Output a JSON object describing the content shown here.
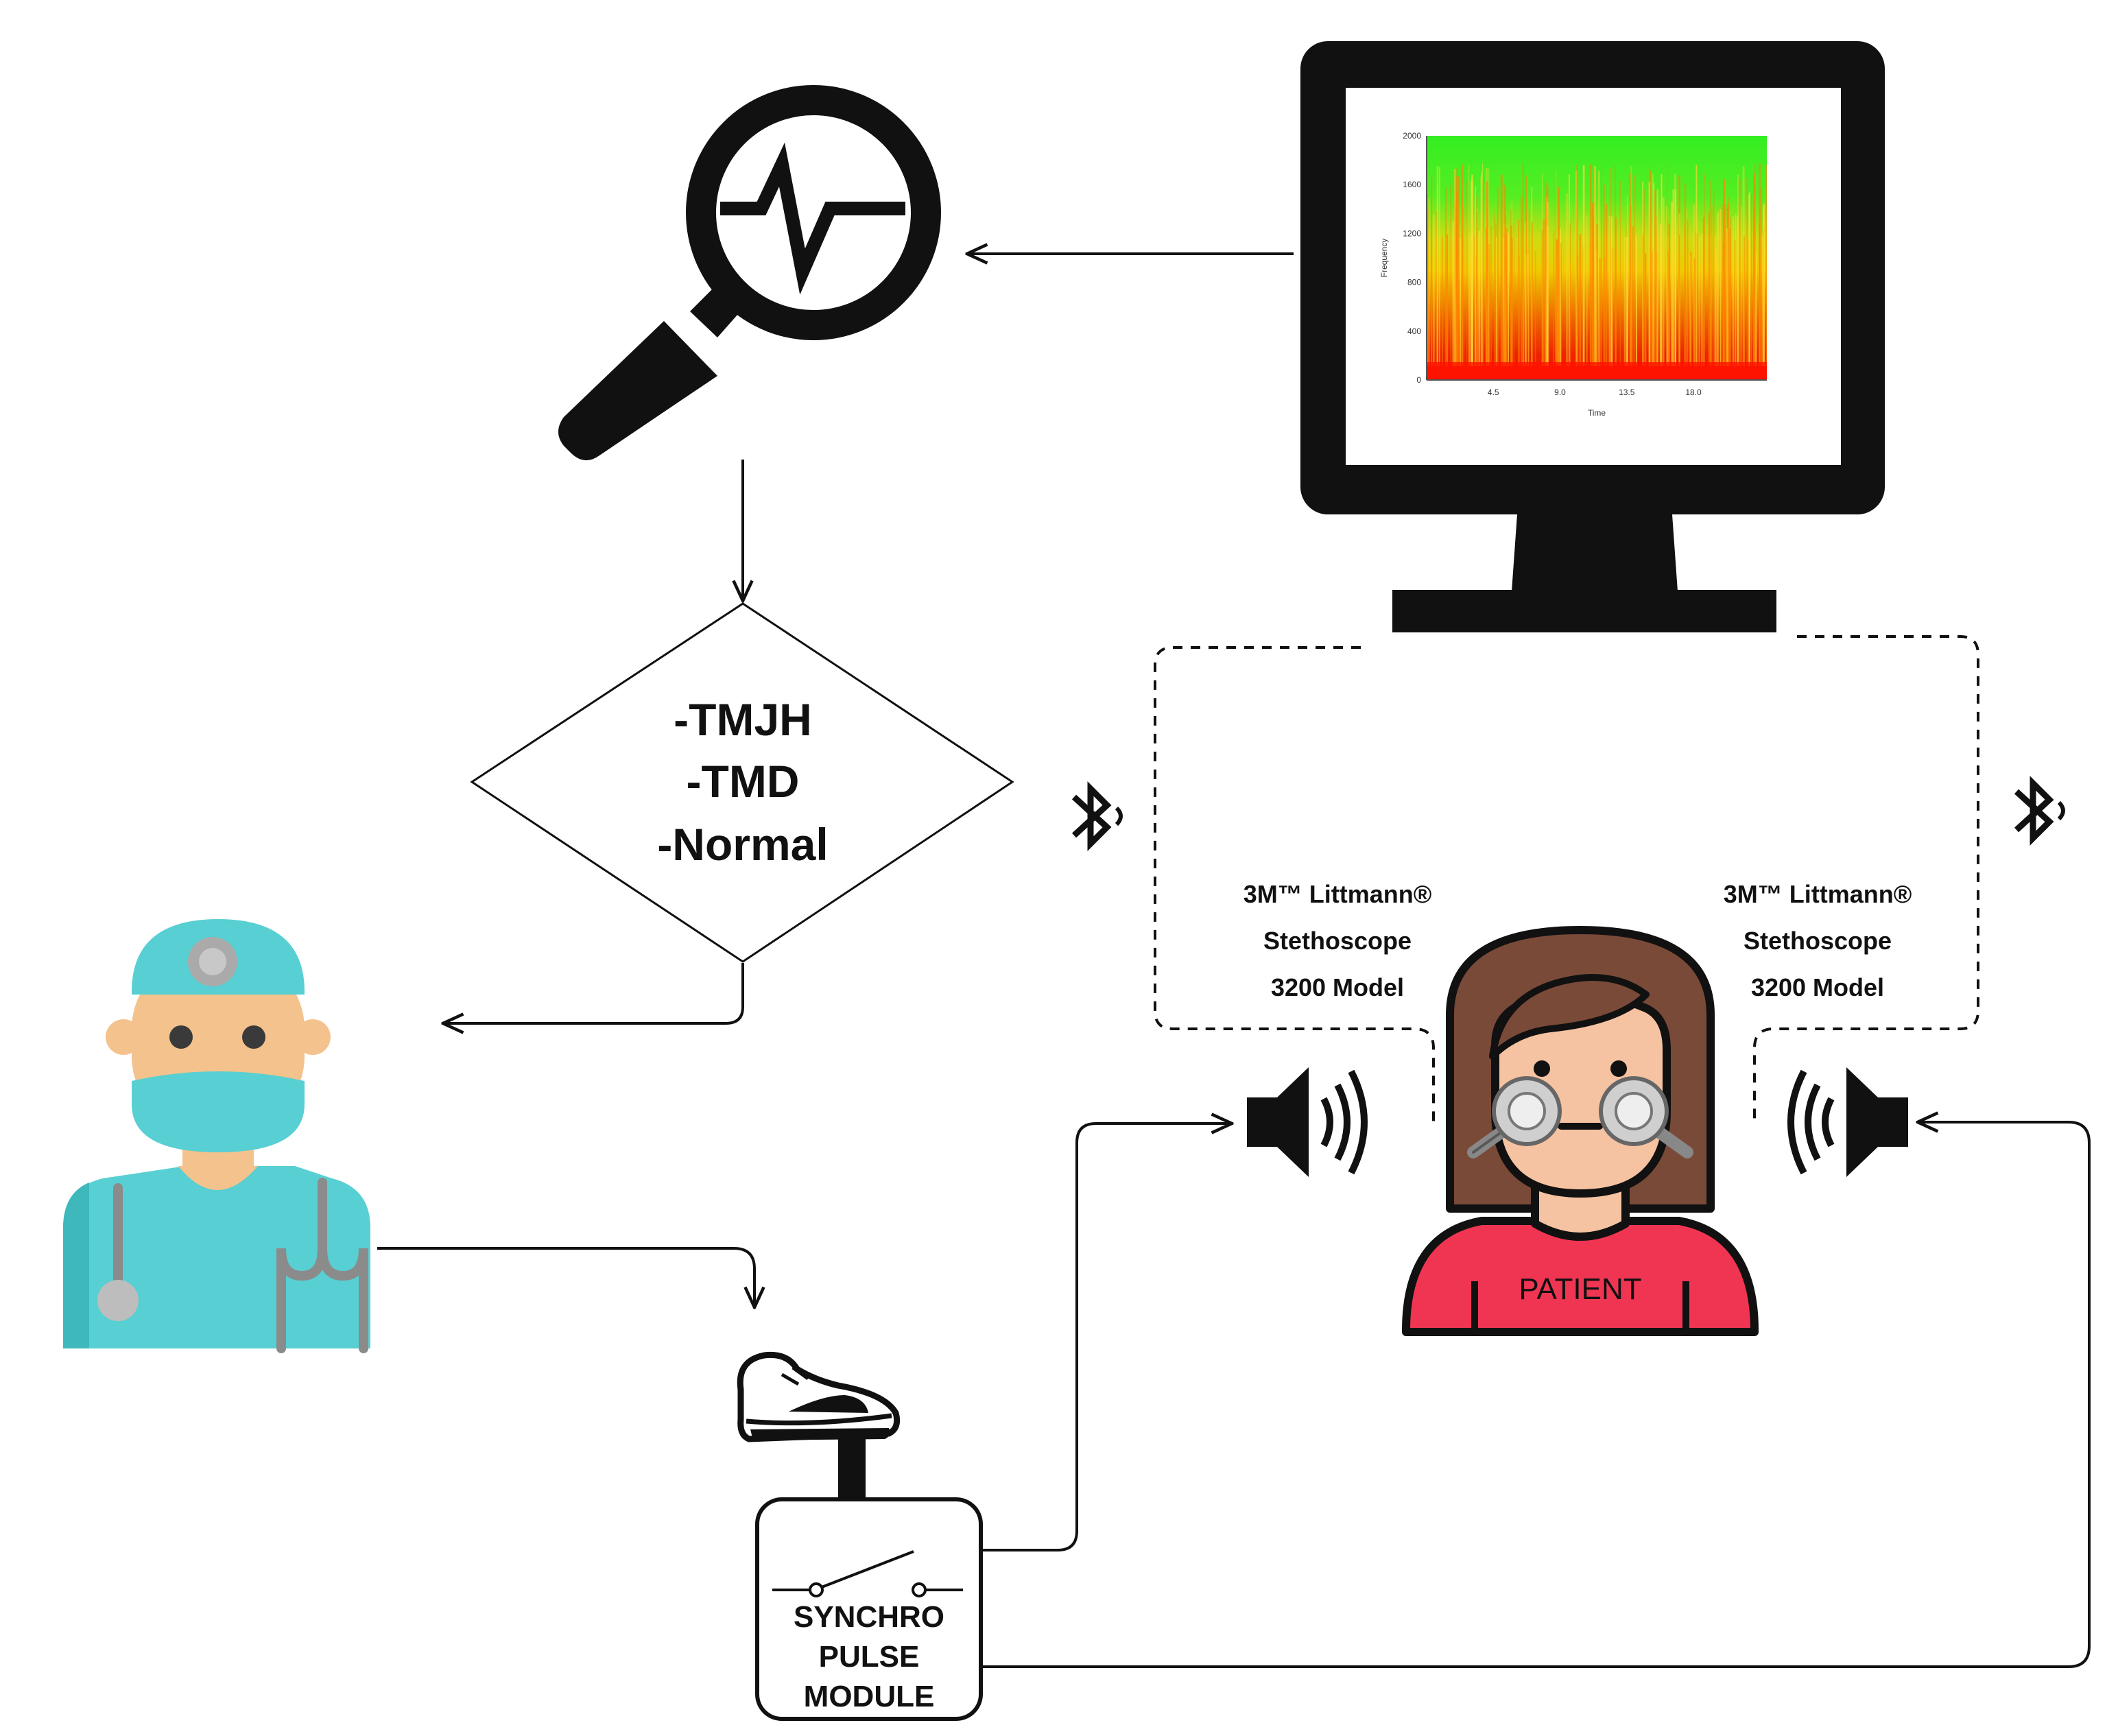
{
  "decision": {
    "lines": [
      "-TMJH",
      "-TMD",
      "-Normal"
    ]
  },
  "stethoscope_left": {
    "lines": [
      "3M™ Littmann®",
      "Stethoscope",
      "3200 Model"
    ]
  },
  "stethoscope_right": {
    "lines": [
      "3M™ Littmann®",
      "Stethoscope",
      "3200 Model"
    ]
  },
  "synchro": {
    "lines": [
      "SYNCHRO",
      "PULSE",
      "MODULE"
    ]
  },
  "patient": {
    "label": "PATIENT"
  },
  "spectrogram": {
    "ylabel": "Frequency",
    "xlabel": "Time",
    "y_ticks": [
      "0",
      "400",
      "800",
      "1200",
      "1600",
      "2000"
    ],
    "x_ticks": [
      "4.5",
      "9.0",
      "13.5",
      "18.0"
    ]
  },
  "icons": {
    "analysis": "magnifier-heartbeat-icon",
    "monitor": "monitor-icon",
    "doctor": "doctor-icon",
    "patient": "patient-icon",
    "shoe": "shoe-icon",
    "speaker": "speaker-icon",
    "bluetooth": "bluetooth-icon",
    "switch": "switch-icon"
  },
  "colors": {
    "line": "#111111",
    "spectrum_high": "#33ee22",
    "spectrum_mid": "#dddd00",
    "spectrum_low": "#ee1100",
    "doctor_cap": "#58cfd2",
    "doctor_skin": "#f4c28c",
    "patient_shirt": "#f03553",
    "patient_hair": "#7a4a38",
    "patient_skin": "#f6c3a2"
  }
}
